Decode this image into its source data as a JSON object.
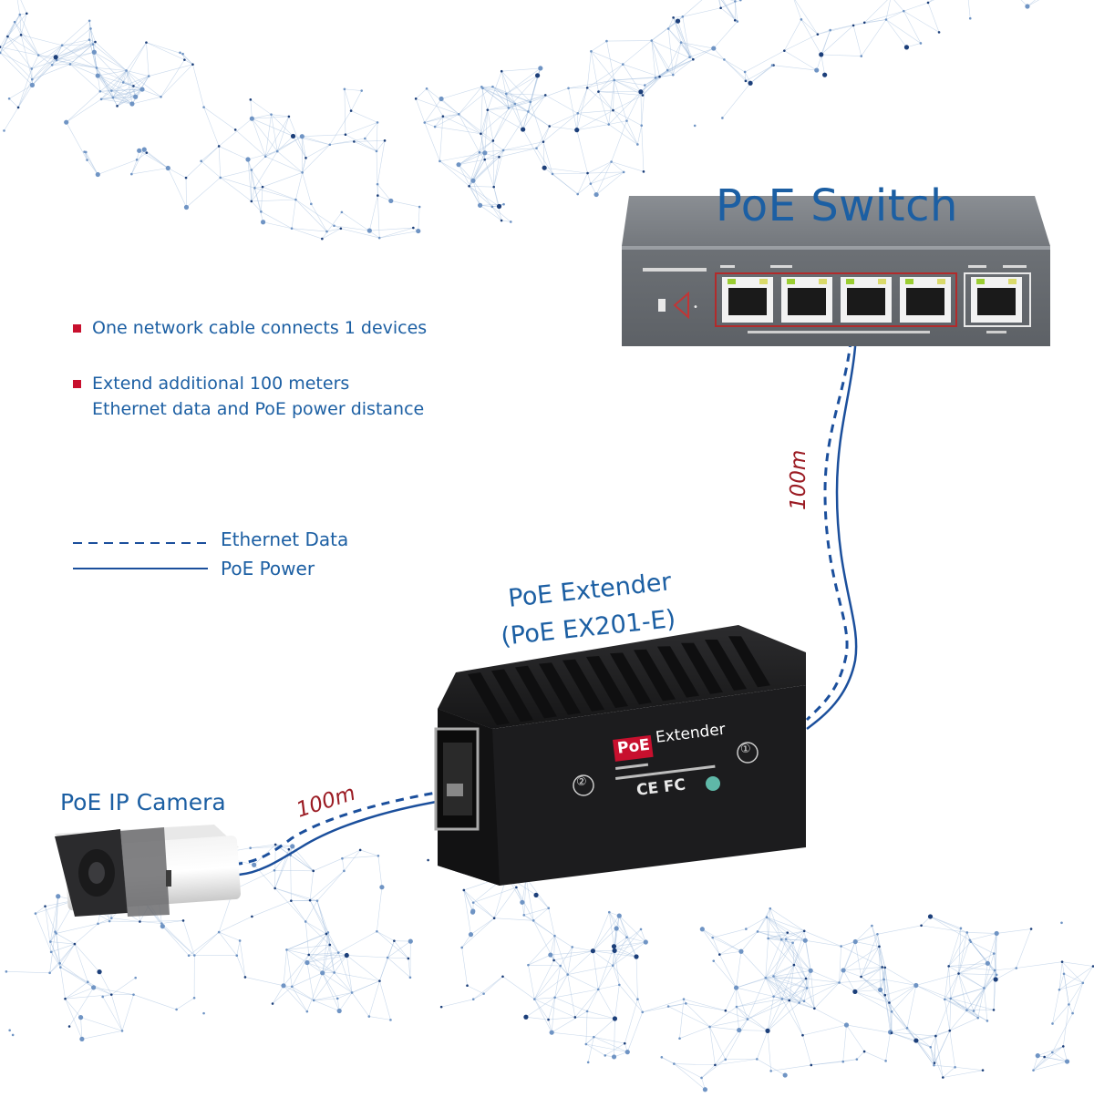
{
  "features": [
    {
      "text": "One network cable connects 1 devices"
    },
    {
      "text": "Extend additional 100 meters",
      "text2": "Ethernet data and PoE power distance"
    }
  ],
  "legend": {
    "data_label": "Ethernet Data",
    "power_label": "PoE Power"
  },
  "switch": {
    "title": "PoE Switch"
  },
  "extender": {
    "title_line1": "PoE Extender",
    "title_line2": "(PoE EX201-E)",
    "brand_badge": "PoE",
    "brand_text": "Extender",
    "port_in": "①",
    "port_out": "②",
    "cert": "CE FC"
  },
  "camera": {
    "title": "PoE IP Camera"
  },
  "distances": {
    "switch_to_extender": "100m",
    "extender_to_camera": "100m"
  },
  "colors": {
    "text_blue": "#1c5fa3",
    "bullet_red": "#c8102e",
    "distance_red": "#9b1b23",
    "cable_blue": "#1b4f9c",
    "switch_gray": "#6f7378",
    "extender_black": "#1d1d1f"
  }
}
